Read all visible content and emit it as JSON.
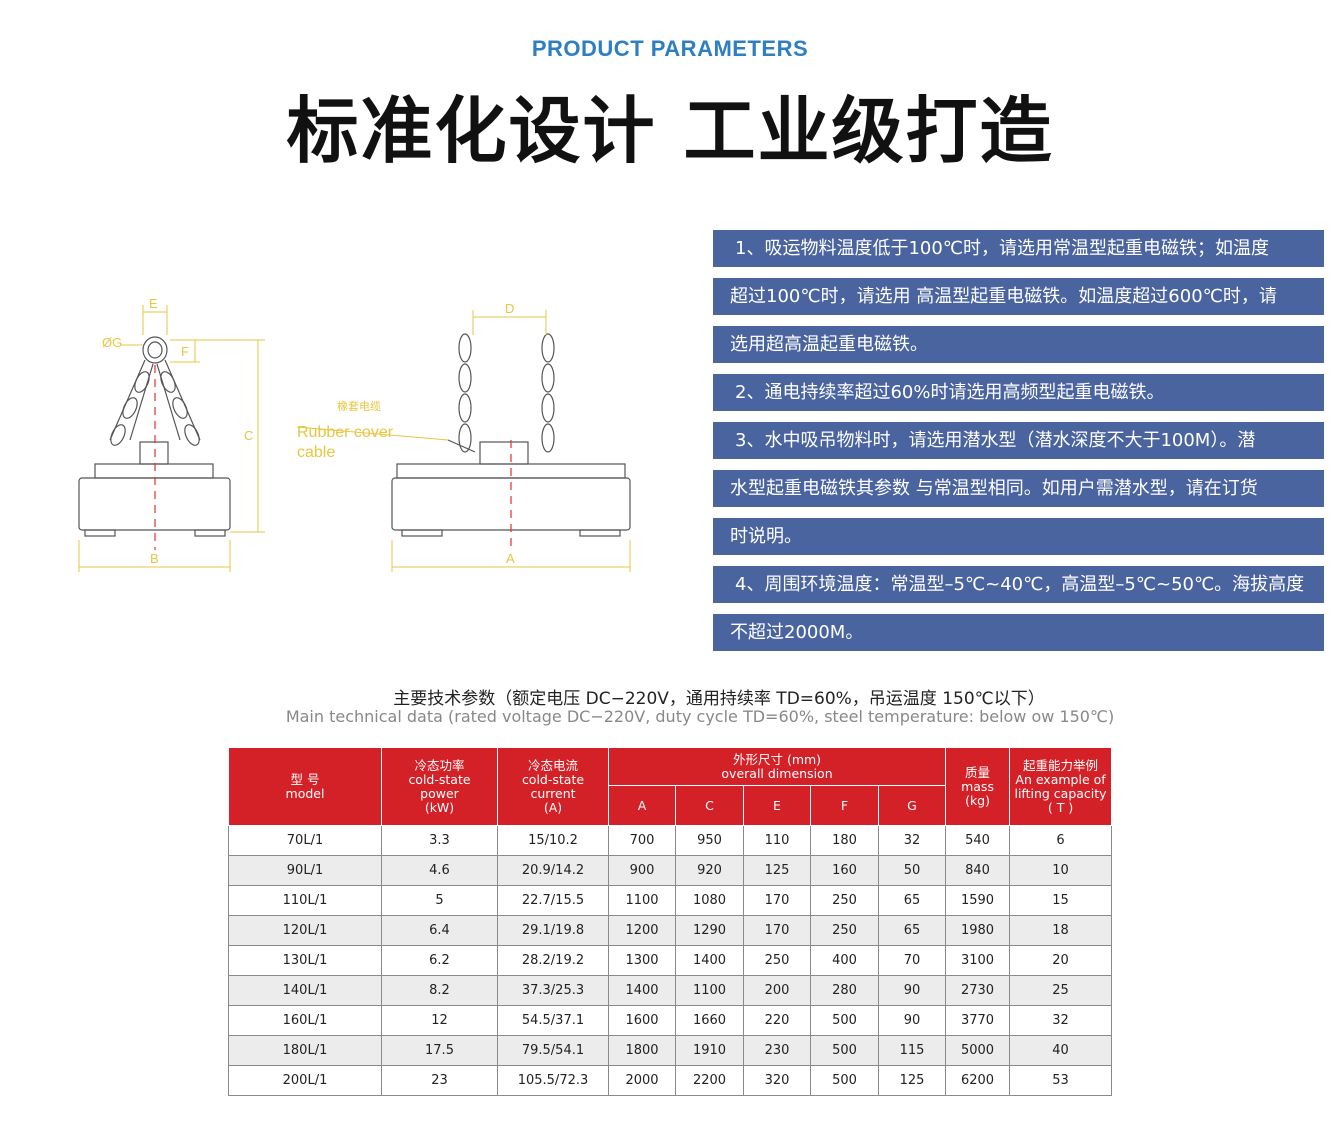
{
  "header": {
    "eyebrow": "PRODUCT PARAMETERS",
    "title": "标准化设计 工业级打造"
  },
  "drawing": {
    "labels": {
      "E": "E",
      "G": "ØG",
      "F": "F",
      "C": "C",
      "B": "B",
      "D": "D",
      "A": "A",
      "cable_cn": "橡套电缆",
      "cable_en_1": "Rubber cover",
      "cable_en_2": "cable"
    },
    "colors": {
      "line": "#555555",
      "dim": "#e8c640",
      "center": "#e03030"
    }
  },
  "notes": [
    "1、吸运物料温度低于100℃时，请选用常温型起重电磁铁；如温度",
    "超过100℃时，请选用 高温型起重电磁铁。如温度超过600℃时，请",
    "选用超高温起重电磁铁。",
    "2、通电持续率超过60%时请选用高频型起重电磁铁。",
    "3、水中吸吊物料时，请选用潜水型（潜水深度不大于100M）。潜",
    "水型起重电磁铁其参数 与常温型相同。如用户需潜水型，请在订货",
    "时说明。",
    "4、周围环境温度：常温型–5℃~40℃，高温型–5℃~50℃。海拔高度",
    "不超过2000M。"
  ],
  "table_caption": {
    "cn": "主要技术参数（额定电压 DC−220V，通用持续率 TD=60%，吊运温度 150℃以下）",
    "en": "Main technical data (rated voltage DC−220V, duty cycle TD=60%, steel temperature: below ow 150℃)"
  },
  "table": {
    "headers": {
      "model": [
        "型 号",
        "model"
      ],
      "power": [
        "冷态功率",
        "cold-state",
        "power",
        "(kW)"
      ],
      "current": [
        "冷态电流",
        "cold-state",
        "current",
        "(A)"
      ],
      "dimension": [
        "外形尺寸 (mm)",
        "overall dimension"
      ],
      "dims": [
        "A",
        "C",
        "E",
        "F",
        "G"
      ],
      "mass": [
        "质量",
        "mass",
        "(kg)"
      ],
      "lifting": [
        "起重能力举例",
        "An example of",
        "lifting capacity",
        "( T )"
      ]
    },
    "rows": [
      [
        "70L/1",
        "3.3",
        "15/10.2",
        "700",
        "950",
        "110",
        "180",
        "32",
        "540",
        "6"
      ],
      [
        "90L/1",
        "4.6",
        "20.9/14.2",
        "900",
        "920",
        "125",
        "160",
        "50",
        "840",
        "10"
      ],
      [
        "110L/1",
        "5",
        "22.7/15.5",
        "1100",
        "1080",
        "170",
        "250",
        "65",
        "1590",
        "15"
      ],
      [
        "120L/1",
        "6.4",
        "29.1/19.8",
        "1200",
        "1290",
        "170",
        "250",
        "65",
        "1980",
        "18"
      ],
      [
        "130L/1",
        "6.2",
        "28.2/19.2",
        "1300",
        "1400",
        "250",
        "400",
        "70",
        "3100",
        "20"
      ],
      [
        "140L/1",
        "8.2",
        "37.3/25.3",
        "1400",
        "1100",
        "200",
        "280",
        "90",
        "2730",
        "25"
      ],
      [
        "160L/1",
        "12",
        "54.5/37.1",
        "1600",
        "1660",
        "220",
        "500",
        "90",
        "3770",
        "32"
      ],
      [
        "180L/1",
        "17.5",
        "79.5/54.1",
        "1800",
        "1910",
        "230",
        "500",
        "115",
        "5000",
        "40"
      ],
      [
        "200L/1",
        "23",
        "105.5/72.3",
        "2000",
        "2200",
        "320",
        "500",
        "125",
        "6200",
        "53"
      ]
    ]
  },
  "colors": {
    "eyebrow": "#2e7fc2",
    "note_bg": "#4a64a0",
    "table_header_bg": "#d42027",
    "row_alt": "#ececec"
  }
}
